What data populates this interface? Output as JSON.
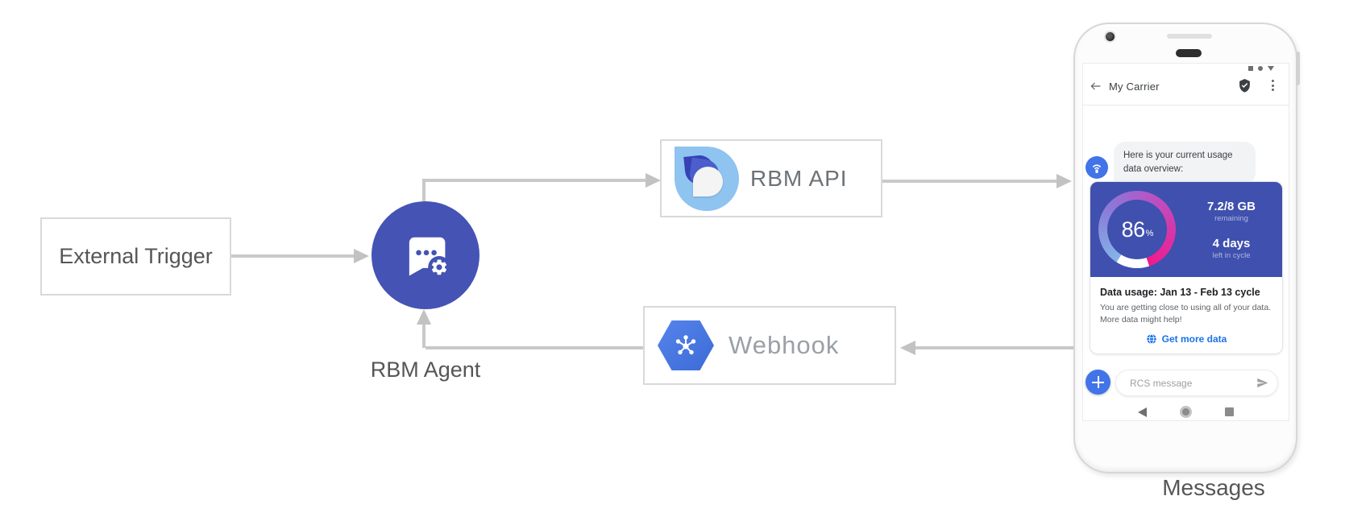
{
  "colors": {
    "indigo": "#4453b4",
    "card-indigo": "#3f50ae",
    "blue": "#4273e8",
    "link": "#1a73e8",
    "arrow": "#c9c9c9",
    "arrowhead": "#c2c2c2",
    "label-gray": "#5f5f5f"
  },
  "diagram": {
    "external_trigger_label": "External Trigger",
    "rbm_agent_label": "RBM Agent",
    "rbm_api_label": "RBM API",
    "webhook_label": "Webhook",
    "phone_caption": "Messages",
    "icons": {
      "rbm_agent": "chat-bubble-gear",
      "rbm_api": "teardrop-logo",
      "webhook": "cloud-hexagon-hub"
    }
  },
  "phone": {
    "status_icons": [
      "square",
      "dot",
      "triangle-down"
    ],
    "app_bar": {
      "back_icon": "arrow-left",
      "title": "My Carrier",
      "verified_icon": "shield-check",
      "menu_icon": "kebab-vertical"
    },
    "chat": {
      "avatar_icon": "broadcast-antenna",
      "agent_message": "Here is your current usage data overview:",
      "usage_card": {
        "gauge_percent": "86",
        "gauge_unit": "%",
        "gauge_value_numeric": 86,
        "remaining_value": "7.2/8 GB",
        "remaining_label": "remaining",
        "cycle_value": "4 days",
        "cycle_label": "left in cycle",
        "title": "Data usage: Jan 13 - Feb 13 cycle",
        "body": "You are getting close to using all of your data. More data might help!",
        "cta_icon": "globe",
        "cta_label": "Get more data"
      }
    },
    "composer": {
      "add_icon": "plus",
      "placeholder": "RCS message",
      "send_icon": "paper-plane"
    },
    "nav_icons": [
      "triangle-left",
      "circle",
      "square"
    ]
  }
}
